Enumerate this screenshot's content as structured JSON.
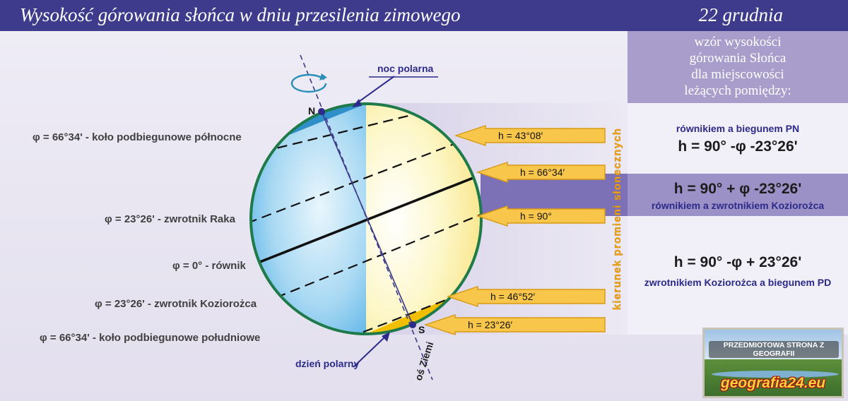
{
  "header": {
    "title": "Wysokość górowania słońca w dniu przesilenia zimowego",
    "date": "22 grudnia"
  },
  "panel": {
    "heading": [
      "wzór wysokości",
      "górowania Słońca",
      "dla miejscowości",
      "leżących pomiędzy:"
    ],
    "formulas": [
      {
        "desc": "równikiem a biegunem PN",
        "formula": "h = 90° -φ -23°26'"
      },
      {
        "desc": "równikiem a zwrotnikiem Koziorożca",
        "formula": "h = 90° + φ -23°26'"
      },
      {
        "desc": "zwrotnikiem Koziorożca a biegunem PD",
        "formula": "h = 90° -φ + 23°26'"
      }
    ]
  },
  "latitudes": [
    "φ = 66°34' - koło podbiegunowe północne",
    "φ = 23°26' - zwrotnik Raka",
    "φ = 0° - równik",
    "φ = 23°26' - zwrotnik Koziorożca",
    "φ = 66°34' - koło podbiegunowe południowe"
  ],
  "arrows": [
    "h = 43°08′",
    "h = 66°34′",
    "h = 90°",
    "h = 46°52′",
    "h = 23°26′"
  ],
  "labels": {
    "polar_night": "noc polarna",
    "polar_day": "dzień polarny",
    "north": "N",
    "south": "S",
    "axis": "oś Ziemi",
    "sun_rays": "kierunek promieni słonecznych"
  },
  "logo": {
    "top_text": "PRZEDMIOTOWA STRONA Z GEOGRAFII",
    "site": "geografia24.eu"
  },
  "colors": {
    "header": "#3e3b8c",
    "panel": "#a99dcb",
    "night": "#5fb6e8",
    "day": "#fbf2a6",
    "arrow": "#f7c64a",
    "rim": "#1f7a4a"
  }
}
